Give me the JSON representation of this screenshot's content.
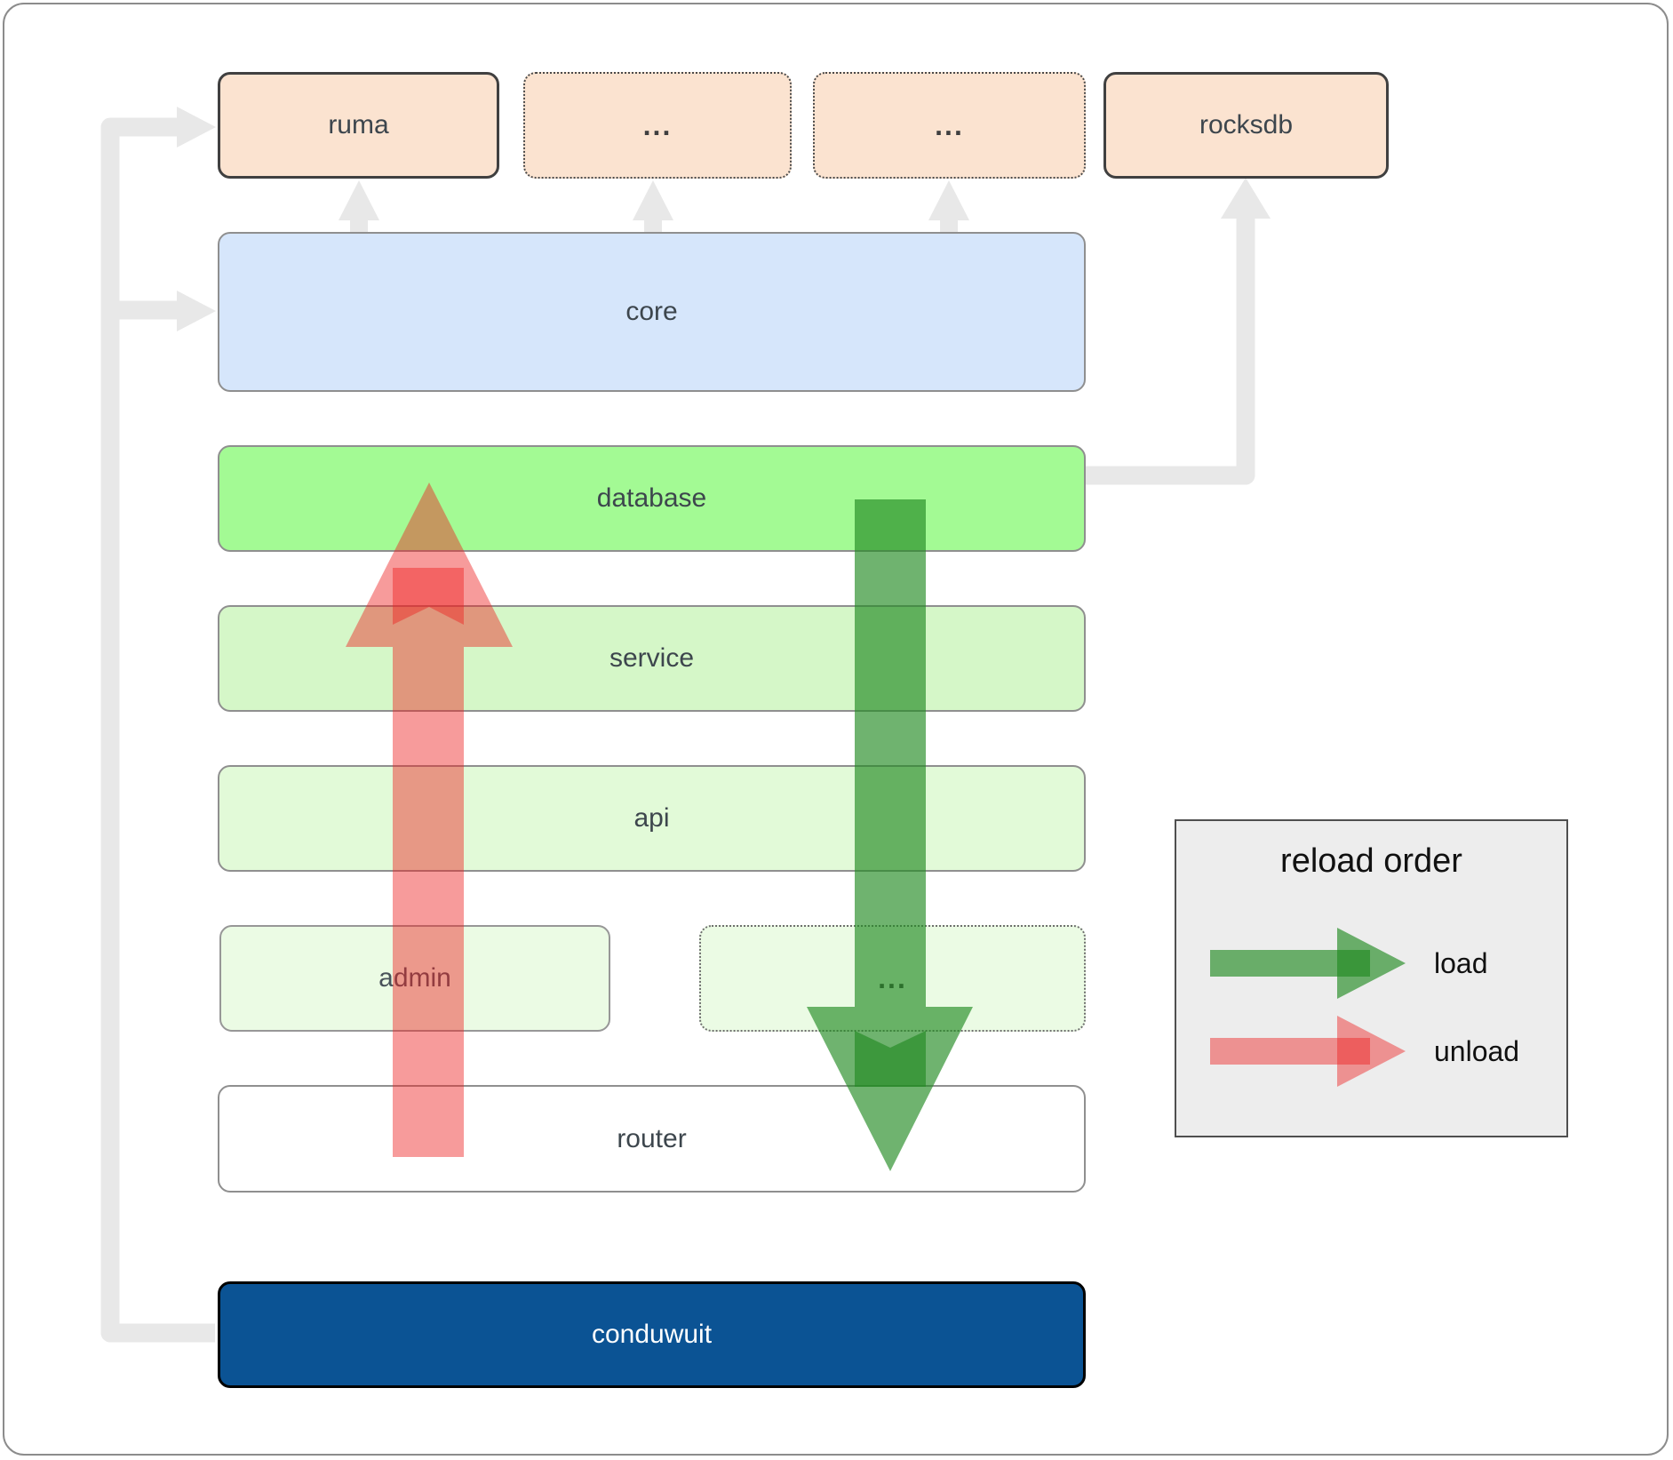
{
  "diagram": {
    "external_row": {
      "ruma": {
        "label": "ruma"
      },
      "ellipsis_a": {
        "label": "..."
      },
      "ellipsis_b": {
        "label": "..."
      },
      "rocksdb": {
        "label": "rocksdb"
      }
    },
    "layers": {
      "core": {
        "label": "core"
      },
      "database": {
        "label": "database"
      },
      "service": {
        "label": "service"
      },
      "api": {
        "label": "api"
      },
      "admin": {
        "label": "admin"
      },
      "admin_ellipsis": {
        "label": "..."
      },
      "router": {
        "label": "router"
      },
      "conduwuit": {
        "label": "conduwuit"
      }
    }
  },
  "legend": {
    "title": "reload order",
    "load_label": "load",
    "unload_label": "unload"
  },
  "colors": {
    "load_arrow": "#228B22",
    "unload_arrow": "#EE2222",
    "connector": "#E8E8E8",
    "external_fill": "#FBE3D0",
    "core_fill": "#D6E6FB",
    "database_fill": "#A3FA94",
    "service_fill": "#D5F7C8",
    "api_fill": "#E2FAD8",
    "admin_fill": "#EBFBE4",
    "router_fill": "#FFFFFF",
    "conduwuit_fill": "#0B5394",
    "legend_fill": "#EDEDED"
  }
}
